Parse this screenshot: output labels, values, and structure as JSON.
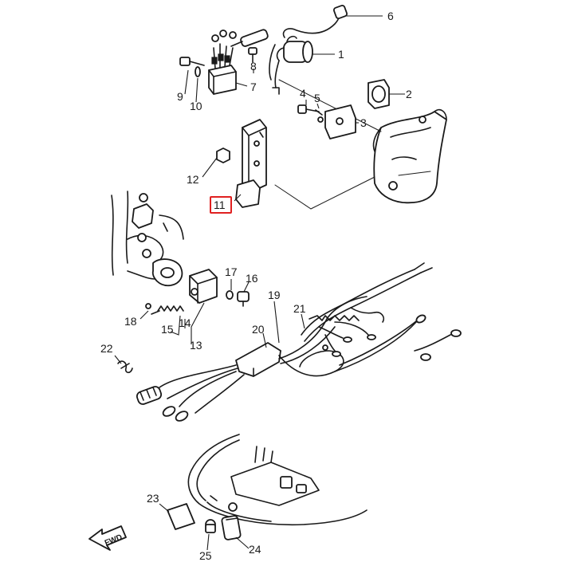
{
  "callouts": {
    "c1": "1",
    "c2": "2",
    "c3": "3",
    "c4": "4",
    "c5": "5",
    "c6": "6",
    "c7": "7",
    "c8": "8",
    "c9": "9",
    "c10": "10",
    "c11": "11",
    "c12": "12",
    "c13": "13",
    "c14": "14",
    "c15": "15",
    "c16": "16",
    "c17": "17",
    "c18": "18",
    "c19": "19",
    "c20": "20",
    "c21": "21",
    "c22": "22",
    "c23": "23",
    "c24": "24",
    "c25": "25"
  },
  "direction_label": "FWD",
  "highlight_color": "#e02020",
  "line_color": "#1a1a1a"
}
